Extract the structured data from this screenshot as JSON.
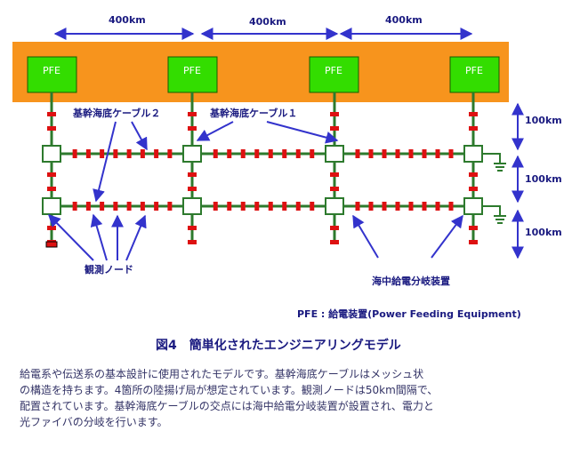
{
  "figure": {
    "dimension_labels": {
      "horizontal": [
        "400km",
        "400km",
        "400km"
      ],
      "vertical": [
        "100km",
        "100km",
        "100km"
      ]
    },
    "pfe_labels": [
      "PFE",
      "PFE",
      "PFE",
      "PFE"
    ],
    "cable_labels": {
      "cable1": "基幹海底ケーブル１",
      "cable2": "基幹海底ケーブル２"
    },
    "node_label": "観測ノード",
    "branch_label": "海中給電分岐装置",
    "legend": "PFE : 給電装置(Power Feeding Equipment)",
    "caption": "図4　簡単化されたエンジニアリングモデル",
    "description": [
      "給電系や伝送系の基本設計に使用されたモデルです。基幹海底ケーブルはメッシュ状",
      "の構造を持ちます。4箇所の陸揚げ局が想定されています。観測ノードは50km間隔で、",
      "配置されています。基幹海底ケーブルの交点には海中給電分岐装置が設置され、電力と",
      "光ファイバの分岐を行います。"
    ],
    "colors": {
      "land_band": "#f7941d",
      "pfe": "#33dd00",
      "cable": "#2d7a2d",
      "node_marker": "#dd1111",
      "arrow": "#3333cc",
      "text": "#1a1a80"
    }
  }
}
